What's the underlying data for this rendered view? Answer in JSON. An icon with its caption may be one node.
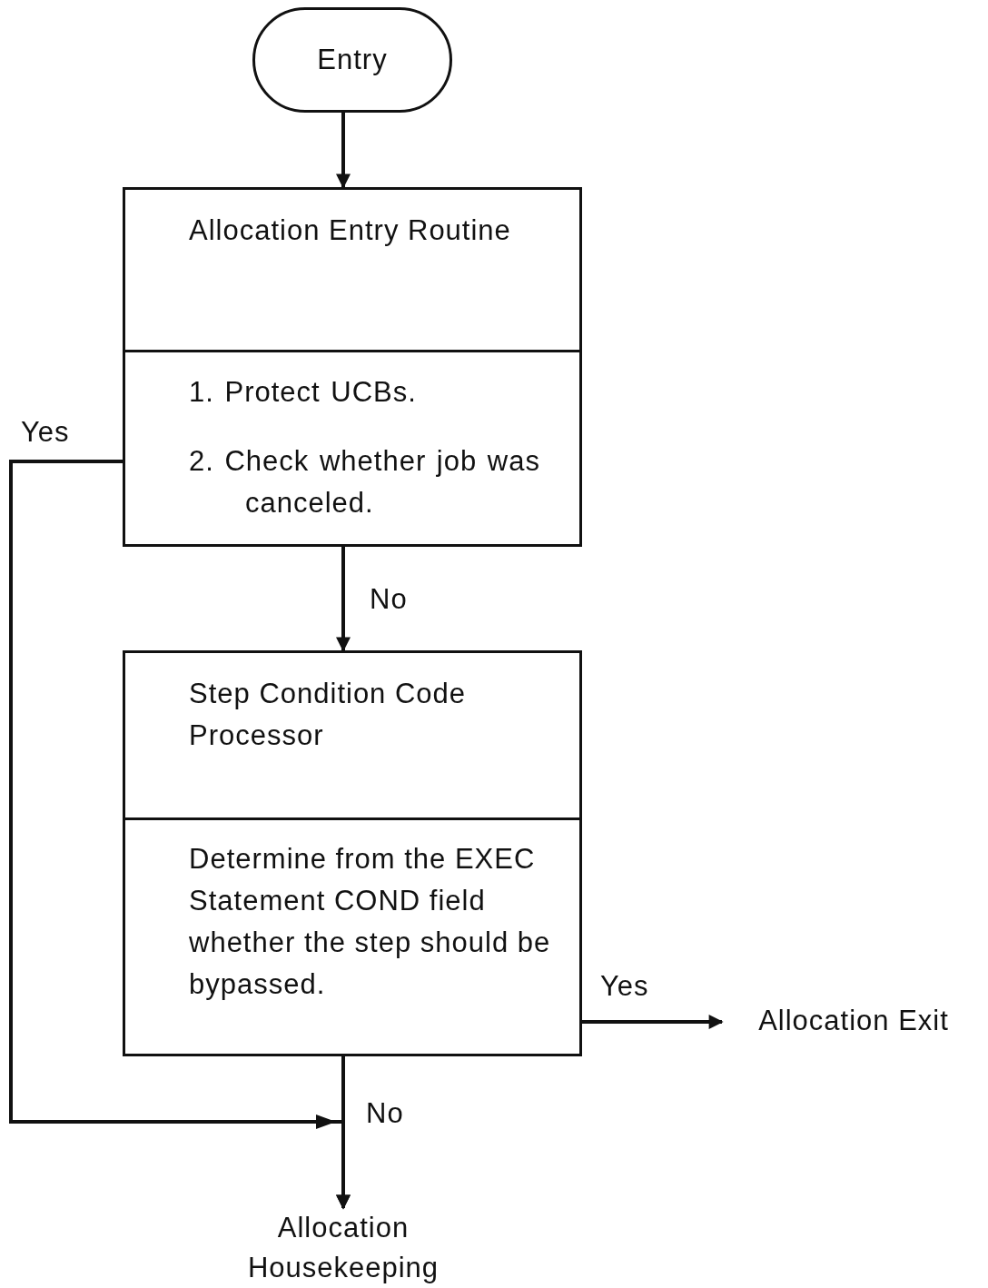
{
  "diagram": {
    "nodes": [
      {
        "text": [
          "Entry"
        ]
      },
      {
        "text": [
          "Allocation Entry Routine",
          "1. Protect UCBs.",
          "2. Check whether job was canceled."
        ]
      },
      {
        "text": [
          "Step Condition Code Processor",
          "Determine from the EXEC Statement COND field whether the step should be bypassed."
        ]
      },
      {
        "text": [
          "Allocation Exit"
        ]
      },
      {
        "text": [
          "Allocation Housekeeping"
        ]
      }
    ],
    "edges": [
      {
        "from": 0,
        "to": 1,
        "arrow": "to"
      },
      {
        "from": 1,
        "to": 2,
        "arrow": "to",
        "label": "No"
      },
      {
        "from": 2,
        "to": 3,
        "arrow": "to",
        "label": "Yes"
      },
      {
        "from": 2,
        "to": 4,
        "arrow": "to",
        "label": "No"
      },
      {
        "from": 1,
        "to": 4,
        "arrow": "to",
        "label": "Yes"
      }
    ]
  }
}
